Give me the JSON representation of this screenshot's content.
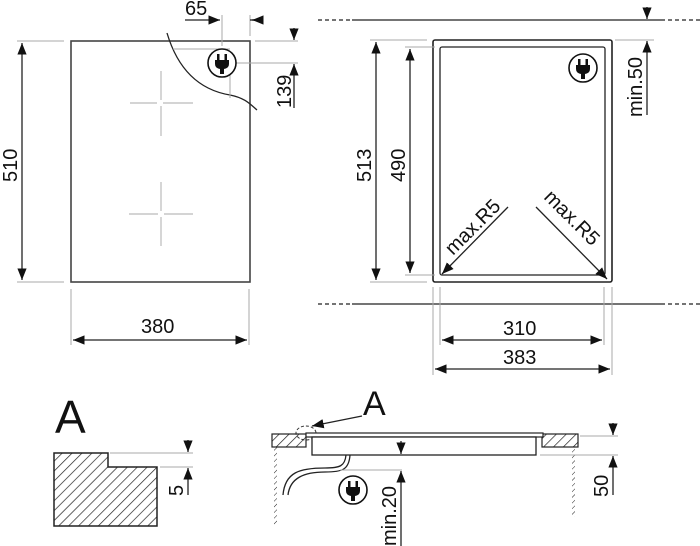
{
  "top_view": {
    "width": "380",
    "depth": "510",
    "plug_offset_x": "65",
    "plug_offset_y": "139"
  },
  "cutout_view": {
    "outer_depth": "513",
    "inner_depth": "490",
    "inner_width": "310",
    "outer_width": "383",
    "min_clearance_top": "min.50",
    "corner_radius_left": "max.R5",
    "corner_radius_right": "max.R5"
  },
  "detail_a": {
    "label": "A",
    "step_height": "5"
  },
  "section_view": {
    "detail_ref": "A",
    "min_clearance_below": "min.20",
    "worktop_thickness": "50"
  },
  "icons": {
    "plug": "plug-icon"
  }
}
